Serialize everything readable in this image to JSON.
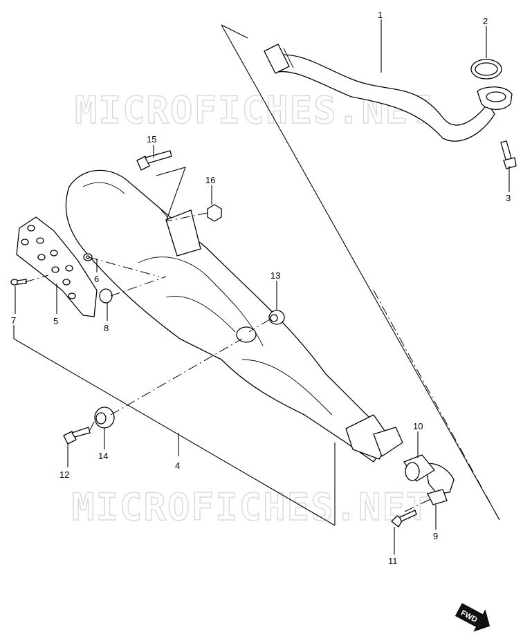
{
  "watermarks": [
    "MICROFICHES.NET",
    "MICROFICHES.NET"
  ],
  "callouts": {
    "c1": "1",
    "c2": "2",
    "c3": "3",
    "c4": "4",
    "c5": "5",
    "c6": "6",
    "c7": "7",
    "c8": "8",
    "c9": "9",
    "c10": "10",
    "c11": "11",
    "c12": "12",
    "c13": "13",
    "c14": "14",
    "c15": "15",
    "c16": "16"
  },
  "badge": "FWD"
}
